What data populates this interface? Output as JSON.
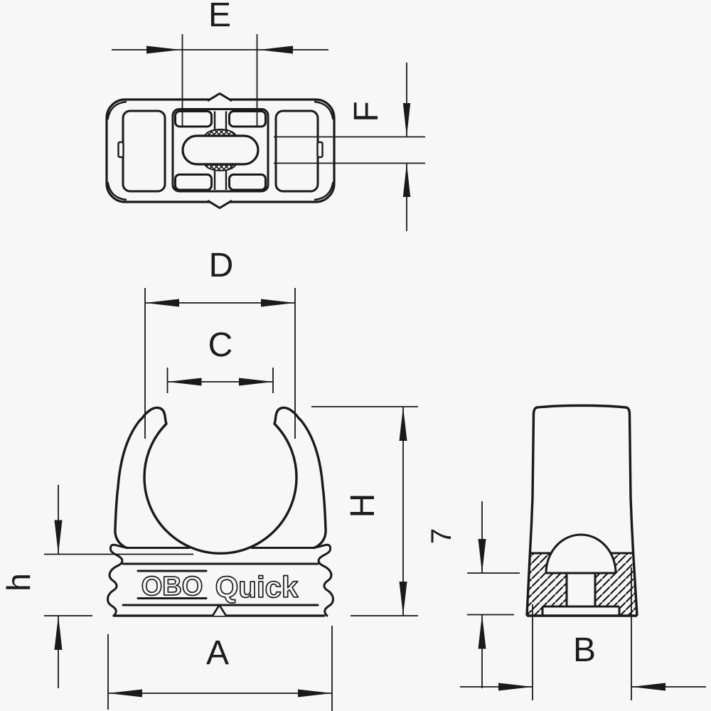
{
  "labels": {
    "e": "E",
    "f": "F",
    "d": "D",
    "c": "C",
    "h_total": "H",
    "h_base": "h",
    "a": "A",
    "seven": "7",
    "b": "B"
  },
  "branding": {
    "obo": "OBO",
    "quick": "Quick"
  },
  "colors": {
    "background": "#f7f7f7",
    "line": "#1a1a1a"
  }
}
